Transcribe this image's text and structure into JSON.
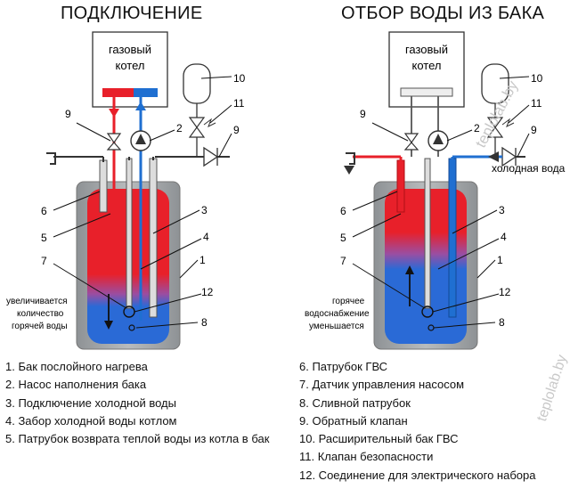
{
  "left": {
    "heading": "ПОДКЛЮЧЕНИЕ",
    "boiler_line1": "газовый",
    "boiler_line2": "котел",
    "note_line1": "увеличивается",
    "note_line2": "количество",
    "note_line3": "горячей воды"
  },
  "right": {
    "heading": "ОТБОР ВОДЫ ИЗ БАКА",
    "boiler_line1": "газовый",
    "boiler_line2": "котел",
    "note_line1": "горячее",
    "note_line2": "водоснабжение",
    "note_line3": "уменьшается",
    "cold_water": "холодная вода"
  },
  "callouts": {
    "n1": "1",
    "n2": "2",
    "n3": "3",
    "n4": "4",
    "n5": "5",
    "n6": "6",
    "n7": "7",
    "n8": "8",
    "n9": "9",
    "n10": "10",
    "n11": "11",
    "n12": "12"
  },
  "legend_left": [
    "1. Бак послойного нагрева",
    "2. Насос наполнения бака",
    "3. Подключение холодной воды",
    "4. Забор холодной воды котлом",
    "5. Патрубок возврата теплой воды из котла в бак"
  ],
  "legend_right": [
    "6. Патрубок ГВС",
    "7. Датчик управления насосом",
    "8. Сливной патрубок",
    "9. Обратный клапан",
    "10. Расширительный бак ГВС",
    "11. Клапан безопасности",
    "12. Соединение для электрического набора"
  ],
  "watermark": "teplolab.by",
  "colors": {
    "hot": "#e8202a",
    "cold": "#1f6fd1",
    "tank_shell": "#9fa3a6",
    "pipe": "#222222"
  }
}
